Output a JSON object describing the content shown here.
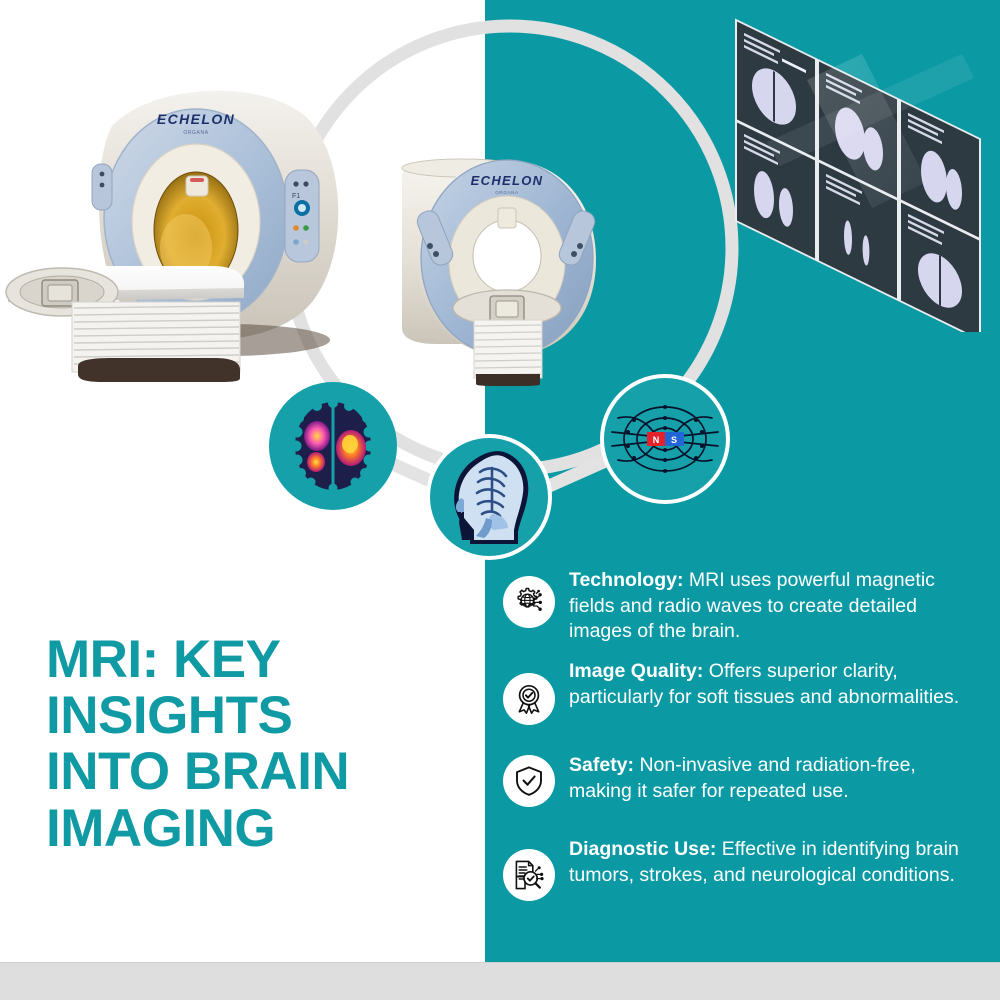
{
  "theme": {
    "teal": "#0b9aa4",
    "badge_teal": "#15a0aa",
    "title_teal": "#0f9aa4",
    "white": "#ffffff",
    "footer_gray": "#dedede",
    "ring_gray": "#e3e3e3"
  },
  "title": {
    "line1": "MRI: KEY",
    "line2": "INSIGHTS",
    "line3": "INTO BRAIN",
    "line4": "IMAGING",
    "full": "MRI: KEY INSIGHTS INTO BRAIN IMAGING"
  },
  "machines": {
    "machine_a_brand": "ECHELON",
    "machine_b_brand": "ECHELON"
  },
  "badges": [
    {
      "name": "fmri-brain-scan-badge",
      "icon": "brain-activation-scan-icon",
      "label": "fMRI brain activation scan"
    },
    {
      "name": "head-anatomy-badge",
      "icon": "head-brain-profile-icon",
      "label": "Sagittal head and brain anatomy"
    },
    {
      "name": "magnetic-field-badge",
      "icon": "magnetic-field-icon",
      "label": "Magnetic field lines",
      "pole_north": "N",
      "pole_south": "S"
    }
  ],
  "scan_wall": {
    "name": "mri-film-lightbox",
    "panel_count": 6
  },
  "bullets": [
    {
      "icon": "gear-globe-circuit-icon",
      "lead": "Technology:",
      "body": " MRI uses powerful magnetic fields and radio waves to create detailed images of the brain."
    },
    {
      "icon": "award-ribbon-check-icon",
      "lead": "Image Quality:",
      "body": " Offers superior clarity, particularly for soft tissues and abnormalities."
    },
    {
      "icon": "shield-check-icon",
      "lead": "Safety:",
      "body": " Non-invasive and radiation-free, making it safer for repeated use."
    },
    {
      "icon": "document-magnifier-check-icon",
      "lead": "Diagnostic Use:",
      "body": " Effective in identifying brain tumors, strokes, and neurological conditions."
    }
  ]
}
